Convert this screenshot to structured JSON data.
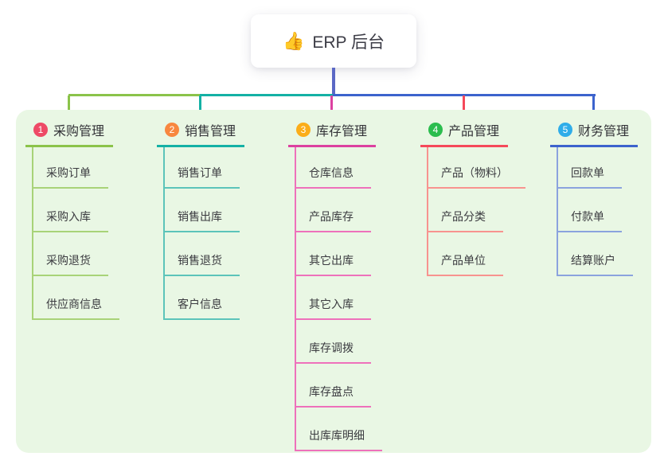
{
  "root": {
    "icon_glyph": "👍",
    "label": "ERP 后台"
  },
  "branches": [
    {
      "number": "1",
      "label": "采购管理",
      "badge_color": "#ee4a66",
      "line_color": "#8bc34a",
      "child_line_color": "#a8d378",
      "children": [
        "采购订单",
        "采购入库",
        "采购退货",
        "供应商信息"
      ]
    },
    {
      "number": "2",
      "label": "销售管理",
      "badge_color": "#f8873f",
      "line_color": "#14b1a5",
      "child_line_color": "#5cc4ba",
      "children": [
        "销售订单",
        "销售出库",
        "销售退货",
        "客户信息"
      ]
    },
    {
      "number": "3",
      "label": "库存管理",
      "badge_color": "#fbad19",
      "line_color": "#dc41a0",
      "child_line_color": "#ee71bb",
      "children": [
        "仓库信息",
        "产品库存",
        "其它出库",
        "其它入库",
        "库存调拨",
        "库存盘点",
        "出库库明细"
      ]
    },
    {
      "number": "4",
      "label": "产品管理",
      "badge_color": "#2bbd4e",
      "line_color": "#f5495a",
      "child_line_color": "#f8938f",
      "children": [
        "产品（物料）",
        "产品分类",
        "产品单位"
      ]
    },
    {
      "number": "5",
      "label": "财务管理",
      "badge_color": "#2fade9",
      "line_color": "#3c63cd",
      "child_line_color": "#8ba3de",
      "children": [
        "回款单",
        "付款单",
        "结算账户"
      ]
    }
  ],
  "colors": {
    "root_line": "#5b68c5",
    "panel_bg": "#e9f7e4",
    "canvas_bg": "#ffffff"
  }
}
